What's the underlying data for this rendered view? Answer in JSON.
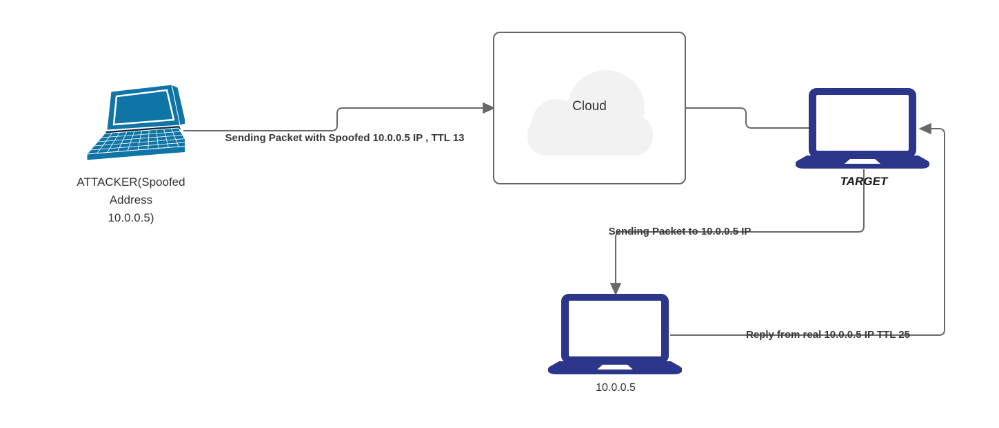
{
  "diagram": {
    "background": "#ffffff",
    "nodes": {
      "attacker": {
        "icon": "laptop-perspective-icon",
        "label_lines": [
          "ATTACKER(Spoofed",
          "Address",
          "10.0.0.5)"
        ]
      },
      "cloud": {
        "icon": "cloud-shape",
        "label": "Cloud"
      },
      "target": {
        "icon": "laptop-icon",
        "label": "TARGET"
      },
      "real_host": {
        "icon": "laptop-icon",
        "label": "10.0.0.5"
      }
    },
    "edges": [
      {
        "from": "attacker",
        "to": "cloud",
        "arrow": "right",
        "label": "Sending Packet with Spoofed 10.0.0.5 IP , TTL 13"
      },
      {
        "from": "cloud",
        "to": "target",
        "arrow": "none",
        "label": ""
      },
      {
        "from": "target",
        "to": "real_host",
        "arrow": "down",
        "label": "Sending Packet to 10.0.0.5 IP"
      },
      {
        "from": "real_host",
        "to": "target",
        "arrow": "left",
        "label": "Reply from real 10.0.0.5 IP TTL 25"
      }
    ],
    "colors": {
      "attacker_laptop": "#0F74A6",
      "laptop_navy": "#2B3589",
      "connector": "#686868",
      "box_border": "#666666",
      "cloud_fill": "#F2F2F2",
      "edge_label": "#383838",
      "node_label": "#333333"
    }
  }
}
